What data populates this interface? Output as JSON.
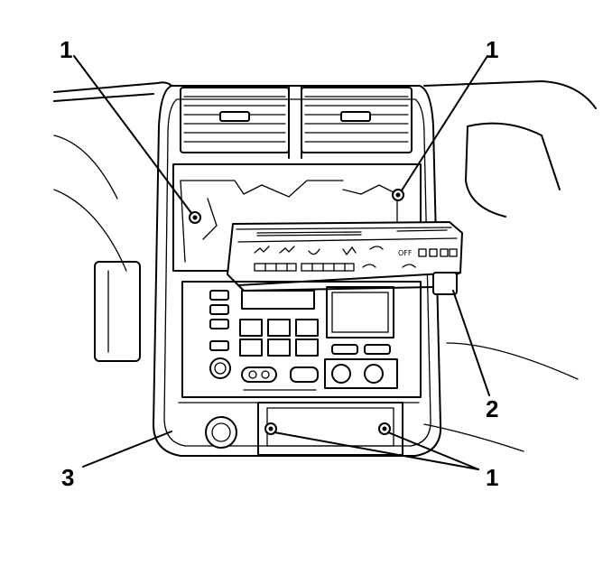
{
  "callouts": {
    "c1_top_left": "1",
    "c1_top_right": "1",
    "c2": "2",
    "c3": "3",
    "c1_bottom": "1"
  },
  "panel": {
    "off_label": "OFF"
  }
}
